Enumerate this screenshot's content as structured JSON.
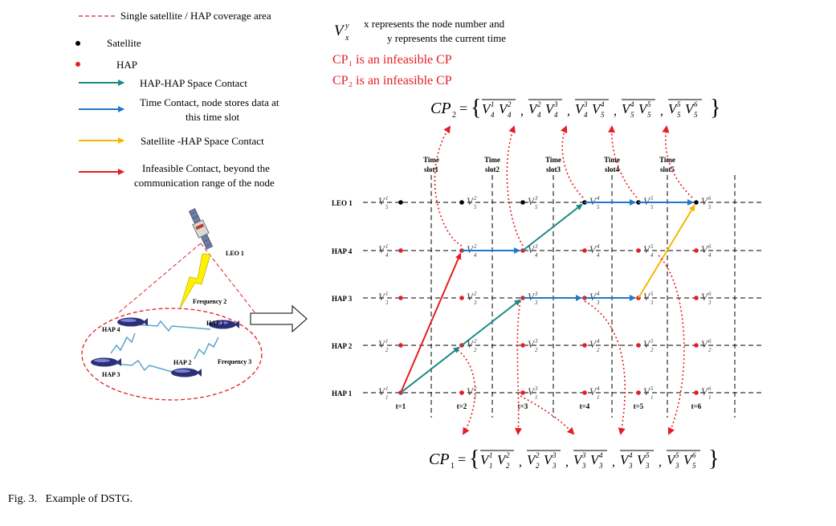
{
  "legend": {
    "coverage": "Single satellite / HAP coverage area",
    "satellite": "Satellite",
    "hap": "HAP",
    "hap_hap": "HAP-HAP Space Contact",
    "time_contact_1": "Time Contact, node stores data at",
    "time_contact_2": "this time slot",
    "sat_hap": "Satellite -HAP Space Contact",
    "infeasible_1": "Infeasible Contact, beyond the",
    "infeasible_2": "communication range of the node"
  },
  "notation": {
    "line1": "x represents the node number and",
    "line2": "y represents the current time",
    "cp1_infeasible": "CP₁ is an infeasible CP",
    "cp2_infeasible": "CP₂ is an infeasible CP"
  },
  "scene": {
    "leo": "LEO 1",
    "frequency2": "Frequency 2",
    "frequency3": "Frequency 3",
    "hap1": "HAP 1",
    "hap2": "HAP 2",
    "hap3": "HAP 3",
    "hap4": "HAP 4"
  },
  "graph": {
    "rows": [
      "LEO 1",
      "HAP 4",
      "HAP 3",
      "HAP 2",
      "HAP 1"
    ],
    "row_nodes": [
      "5",
      "4",
      "3",
      "2",
      "1"
    ],
    "time_slots": [
      "Time slot1",
      "Time slot2",
      "Time slot3",
      "Time slot4",
      "Time slot5"
    ],
    "t_labels": [
      "t=1",
      "t=2",
      "t=3",
      "t=4",
      "t=5",
      "t=6"
    ]
  },
  "cp": {
    "cp2_pairs": [
      [
        "1",
        "4",
        "2",
        "4"
      ],
      [
        "2",
        "4",
        "3",
        "4"
      ],
      [
        "3",
        "4",
        "4",
        "5"
      ],
      [
        "4",
        "5",
        "5",
        "5"
      ],
      [
        "5",
        "5",
        "6",
        "5"
      ]
    ],
    "cp1_pairs": [
      [
        "1",
        "1",
        "2",
        "2"
      ],
      [
        "2",
        "2",
        "3",
        "3"
      ],
      [
        "3",
        "3",
        "4",
        "3"
      ],
      [
        "4",
        "3",
        "5",
        "3"
      ],
      [
        "5",
        "3",
        "6",
        "5"
      ]
    ]
  },
  "caption": "Fig. 3.   Example of DSTG.",
  "colors": {
    "red": "#e41e26",
    "teal": "#1b8a85",
    "blue": "#1f78c8",
    "yellow": "#f5b800",
    "black": "#000000"
  },
  "icons": [
    "satellite-icon",
    "hap-airship-icon",
    "lightning-icon",
    "arrow-right-icon"
  ]
}
